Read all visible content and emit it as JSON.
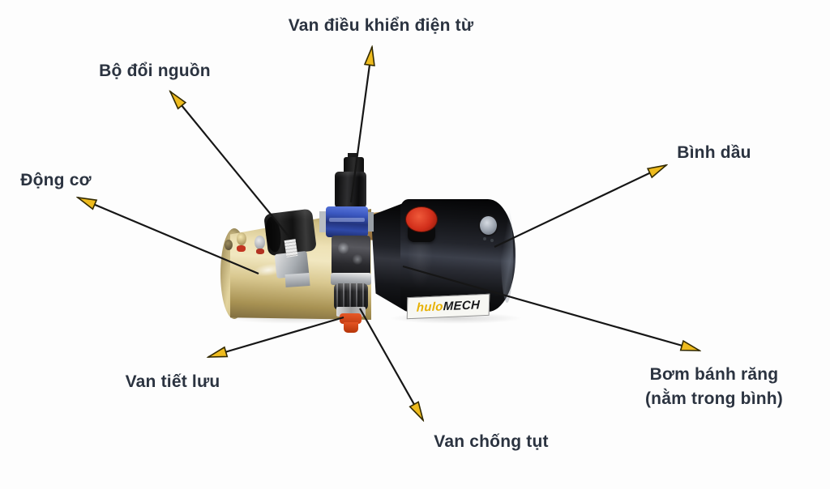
{
  "page": {
    "background": "#fdfdfd"
  },
  "diagram": {
    "subject": "mini-hydraulic-power-pack",
    "brand": {
      "part1": "hulo",
      "part2": "MECH"
    },
    "annotations": [
      {
        "id": "solenoid-control-valve",
        "text": "Van điều khiển điện từ"
      },
      {
        "id": "power-converter",
        "text": "Bộ đổi nguồn"
      },
      {
        "id": "motor",
        "text": "Động cơ"
      },
      {
        "id": "oil-tank",
        "text": "Bình dầu"
      },
      {
        "id": "throttle-valve",
        "text": "Van tiết lưu"
      },
      {
        "id": "anti-drop-valve",
        "text": "Van chống tụt"
      },
      {
        "id": "gear-pump",
        "text": "Bơm bánh răng",
        "text2": "(nằm trong bình)"
      }
    ],
    "colors": {
      "label_text": "#2b3340",
      "arrow_line": "#161616",
      "arrow_head": "#eebb1e",
      "motor_gold": "#e6d8a8",
      "tank_black": "#141519",
      "valve_blue": "#3350b0",
      "filler_cap_red": "#d22f1b",
      "knob_orange": "#e0491c",
      "brand_yellow": "#e7b103"
    }
  }
}
